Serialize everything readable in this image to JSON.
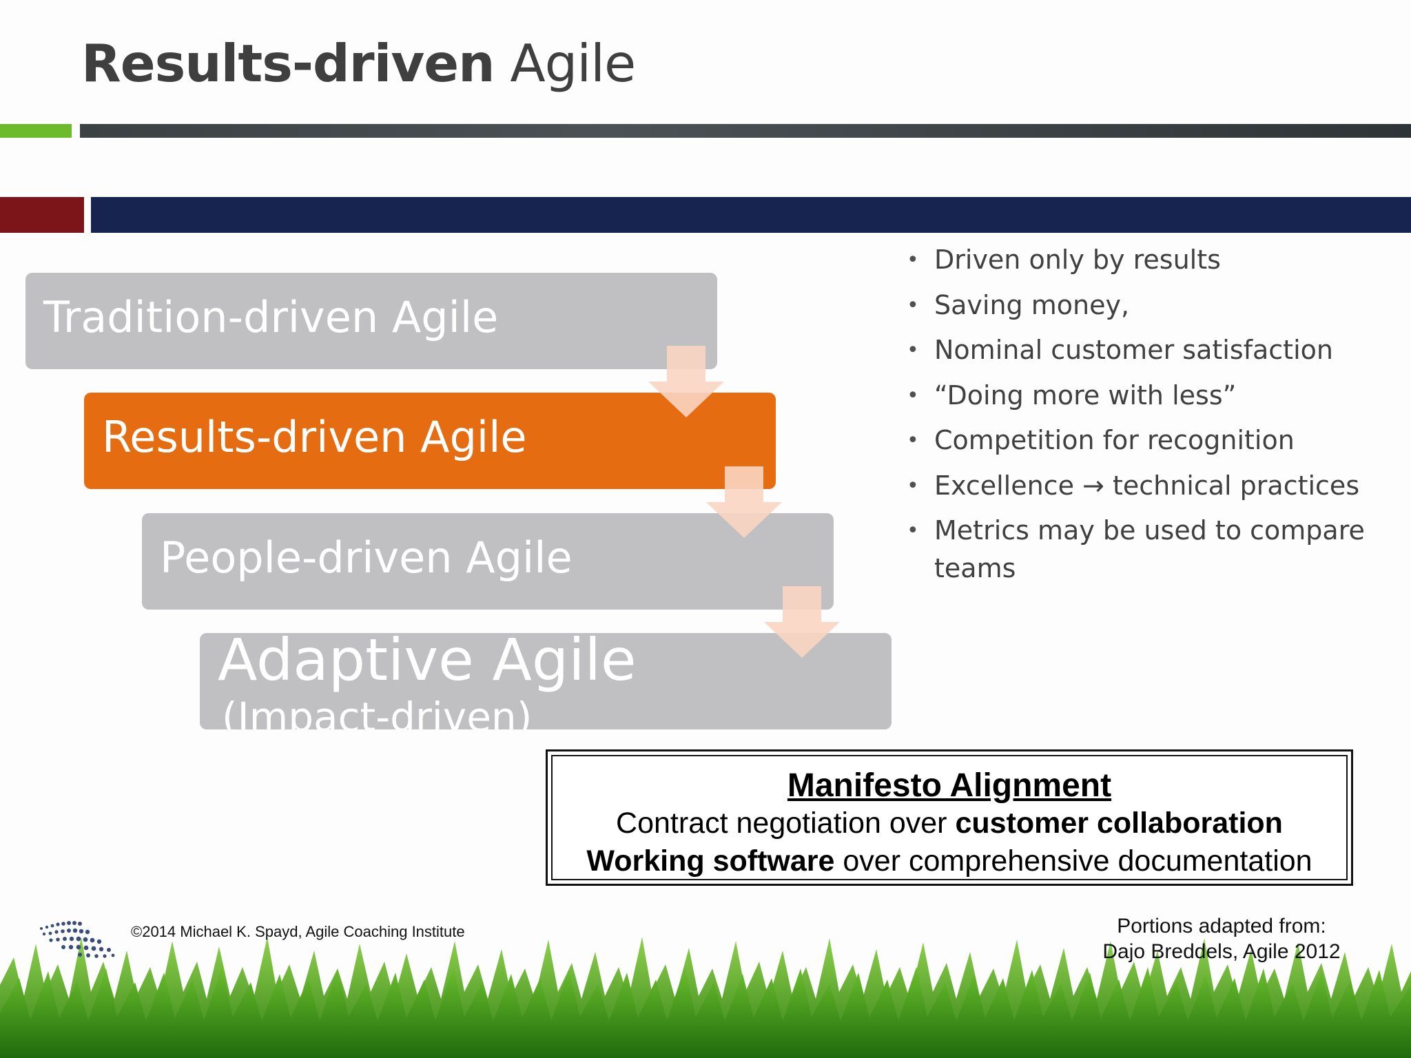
{
  "title": {
    "bold": "Results-driven",
    "regular": "Agile"
  },
  "steps": [
    {
      "label": "Tradition-driven Agile",
      "active": false
    },
    {
      "label": "Results-driven Agile",
      "active": true
    },
    {
      "label": "People-driven Agile",
      "active": false
    },
    {
      "label": "Adaptive Agile",
      "sublabel": "(Impact-driven)",
      "active": false
    }
  ],
  "bullets": [
    "Driven only by results",
    "Saving money,",
    "Nominal customer satisfaction",
    "“Doing more with less”",
    "Competition for recognition",
    "Excellence → technical practices",
    "Metrics may be used to compare teams"
  ],
  "manifesto": {
    "title": "Manifesto Alignment",
    "line1_regular": "Contract negotiation over",
    "line1_bold": "customer collaboration",
    "line2_bold": "Working software",
    "line2_regular": "over comprehensive documentation"
  },
  "footer": {
    "copyright": "©2014 Michael K. Spayd, Agile Coaching Institute",
    "portions_line1": "Portions adapted from:",
    "portions_line2": "Dajo Breddels, Agile 2012"
  },
  "colors": {
    "active_step": "#e56c10",
    "inactive_step": "#c0bfc1",
    "arrow": "#f9d5c2",
    "accent_green": "#6dbb2c",
    "accent_red": "#7b1519",
    "accent_navy": "#16244f"
  }
}
